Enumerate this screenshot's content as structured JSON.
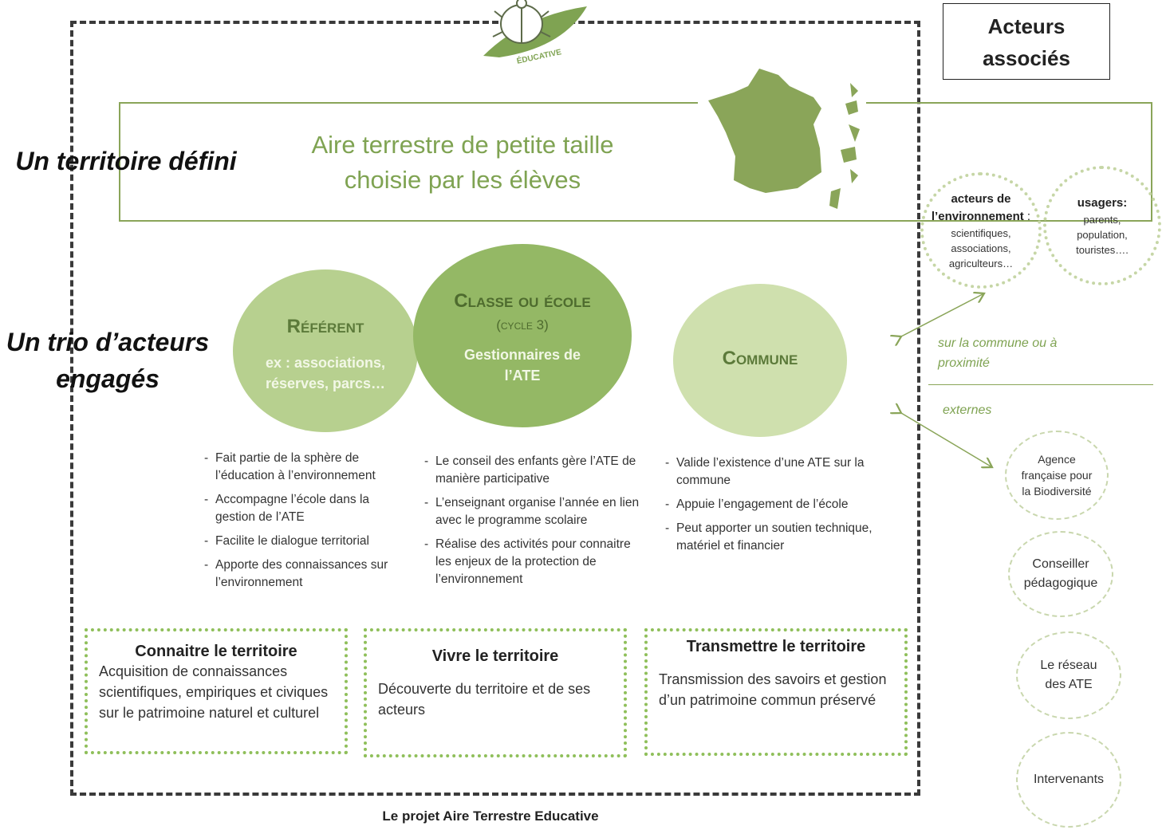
{
  "title_box": {
    "line1": "Acteurs",
    "line2": "associés"
  },
  "side_labels": {
    "territory": "Un territoire défini",
    "trio_line1": "Un trio d’acteurs",
    "trio_line2": "engagés"
  },
  "logo": {
    "text": "ÉDUCATIVE",
    "icon": "beetle-leaf-icon"
  },
  "territory": {
    "line1": "Aire terrestre de petite taille",
    "line2": "choisie par les élèves",
    "icon": "france-map-icon"
  },
  "actors": {
    "referent": {
      "title": "Référent",
      "sub": "ex : associations, réserves, parcs…",
      "bullets": [
        "Fait partie de la sphère de l’éducation à l’environnement",
        "Accompagne l’école dans la gestion de l’ATE",
        "Facilite le dialogue territorial",
        "Apporte des connaissances sur l’environnement"
      ]
    },
    "classe": {
      "title": "Classe ou école",
      "cycle": "(cycle 3)",
      "sub": "Gestionnaires de l’ATE",
      "bullets": [
        "Le conseil des enfants gère l’ATE de manière participative",
        "L’enseignant organise l’année en lien avec le programme scolaire",
        "Réalise des activités pour connaitre les enjeux de la protection de l’environnement"
      ]
    },
    "commune": {
      "title": "Commune",
      "bullets": [
        "Valide l’existence d’une ATE sur la commune",
        "Appuie l’engagement de l’école",
        "Peut apporter un soutien technique, matériel et financier"
      ]
    }
  },
  "associated": {
    "env_actors": {
      "title": "acteurs de l’environnement",
      "colon": " :",
      "detail": "scientifiques, associations, agriculteurs…"
    },
    "users": {
      "title": "usagers:",
      "detail": "parents, population, touristes…."
    },
    "local_label": "sur la commune ou à proximité",
    "external_label": "externes",
    "external": [
      "Agence française pour la Biodiversité",
      "Conseiller pédagogique",
      "Le réseau des ATE",
      "Intervenants"
    ]
  },
  "actions": [
    {
      "title": "Connaitre le territoire",
      "body": "Acquisition de connaissances scientifiques, empiriques et civiques sur le patrimoine naturel et culturel"
    },
    {
      "title": "Vivre le territoire",
      "body": "Découverte du territoire et de ses acteurs"
    },
    {
      "title": "Transmettre le territoire",
      "body": "Transmission des savoirs et gestion d’un patrimoine commun préservé"
    }
  ],
  "footer": "Le projet Aire Terrestre Educative",
  "colors": {
    "green_dark": "#8aa559",
    "circle_referent": "#b7d08f",
    "circle_classe": "#94b865",
    "circle_commune": "#cfe0ae"
  }
}
